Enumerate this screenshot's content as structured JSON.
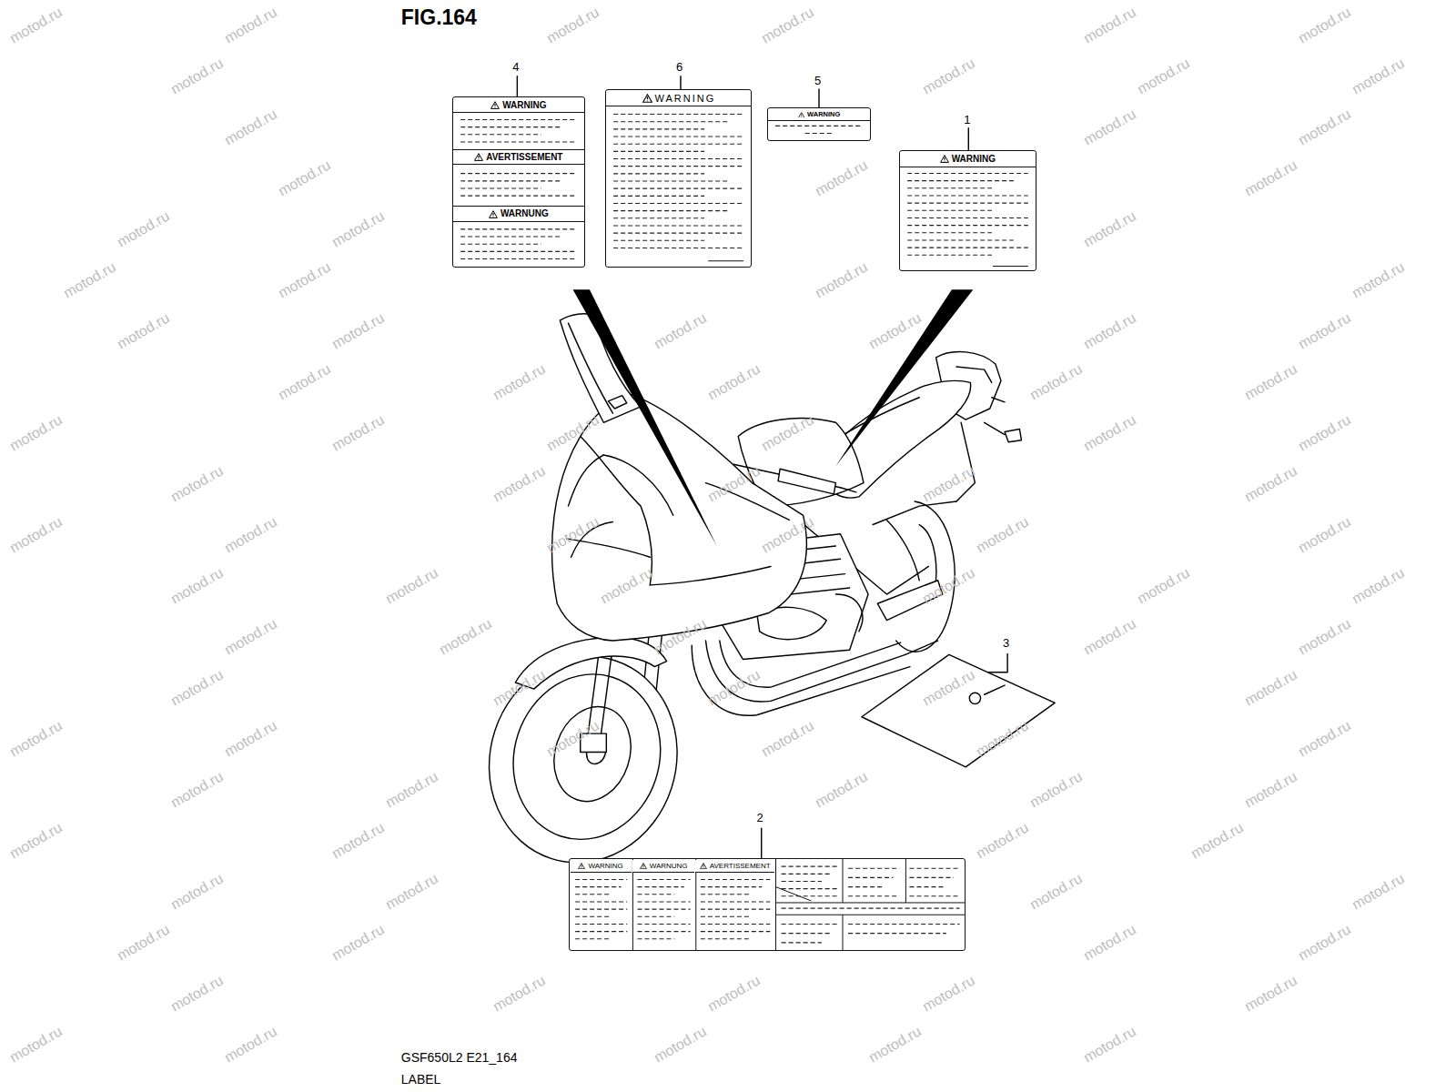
{
  "diagram": {
    "title": "FIG.164",
    "nodes": [
      {
        "text": [
          "WARNING",
          "AVERTISSEMENT",
          "WARNUNG"
        ]
      },
      {
        "text": [
          "WARNING"
        ]
      },
      {
        "text": [
          "WARNING"
        ]
      },
      {
        "text": [
          "WARNING"
        ]
      },
      {
        "text": [
          "WARNING",
          "WARNUNG",
          "AVERTISSEMENT"
        ]
      }
    ],
    "labels": [
      "4",
      "6",
      "5",
      "1",
      "3",
      "2",
      "GSF650L2 E21_164",
      "LABEL",
      "motod.ru",
      "motod.ru",
      "motod.ru",
      "motod.ru",
      "motod.ru",
      "motod.ru",
      "motod.ru",
      "motod.ru",
      "motod.ru",
      "motod.ru",
      "motod.ru",
      "motod.ru",
      "motod.ru",
      "motod.ru",
      "motod.ru",
      "motod.ru",
      "motod.ru",
      "motod.ru",
      "motod.ru",
      "motod.ru",
      "motod.ru",
      "motod.ru",
      "motod.ru",
      "motod.ru",
      "motod.ru",
      "motod.ru",
      "motod.ru",
      "motod.ru",
      "motod.ru",
      "motod.ru",
      "motod.ru",
      "motod.ru",
      "motod.ru",
      "motod.ru",
      "motod.ru",
      "motod.ru",
      "motod.ru",
      "motod.ru",
      "motod.ru",
      "motod.ru",
      "motod.ru",
      "motod.ru",
      "motod.ru",
      "motod.ru",
      "motod.ru",
      "motod.ru",
      "motod.ru",
      "motod.ru",
      "motod.ru",
      "motod.ru",
      "motod.ru",
      "motod.ru",
      "motod.ru",
      "motod.ru",
      "motod.ru",
      "motod.ru",
      "motod.ru",
      "motod.ru",
      "motod.ru",
      "motod.ru",
      "motod.ru",
      "motod.ru",
      "motod.ru",
      "motod.ru",
      "motod.ru",
      "motod.ru",
      "motod.ru",
      "motod.ru",
      "motod.ru",
      "motod.ru",
      "motod.ru",
      "motod.ru",
      "motod.ru",
      "motod.ru",
      "motod.ru",
      "motod.ru",
      "motod.ru",
      "motod.ru",
      "motod.ru",
      "motod.ru",
      "motod.ru",
      "motod.ru",
      "motod.ru",
      "motod.ru",
      "motod.ru",
      "motod.ru",
      "motod.ru",
      "motod.ru",
      "motod.ru",
      "motod.ru",
      "motod.ru",
      "motod.ru",
      "motod.ru",
      "motod.ru",
      "motod.ru",
      "motod.ru",
      "motod.ru",
      "motod.ru",
      "motod.ru",
      "motod.ru"
    ]
  }
}
